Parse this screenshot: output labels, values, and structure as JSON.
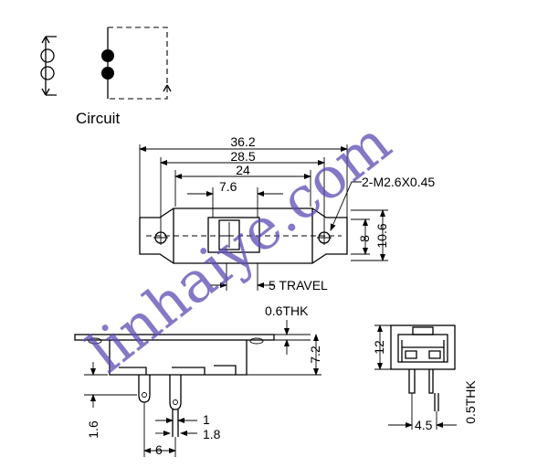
{
  "circuit": {
    "label": "Circuit"
  },
  "top_view": {
    "dim_overall": "36.2",
    "dim_holes": "28.5",
    "dim_body": "24",
    "dim_slot": "7.6",
    "dim_width_inner": "8",
    "dim_width_outer": "10.6",
    "screw_note": "2-M2.6X0.45",
    "travel_note": "5 TRAVEL"
  },
  "side_view": {
    "thickness_note": "0.6THK",
    "dim_height": "7.2",
    "dim_pin_length": "1.6",
    "dim_pin_spacing": "6",
    "dim_pin_width": "1",
    "dim_pin_gap": "1.8"
  },
  "end_view": {
    "dim_height": "12",
    "dim_pin_offset": "4.5",
    "dim_pin_thk": "0.5THK"
  },
  "watermark": "linhaiye.com"
}
